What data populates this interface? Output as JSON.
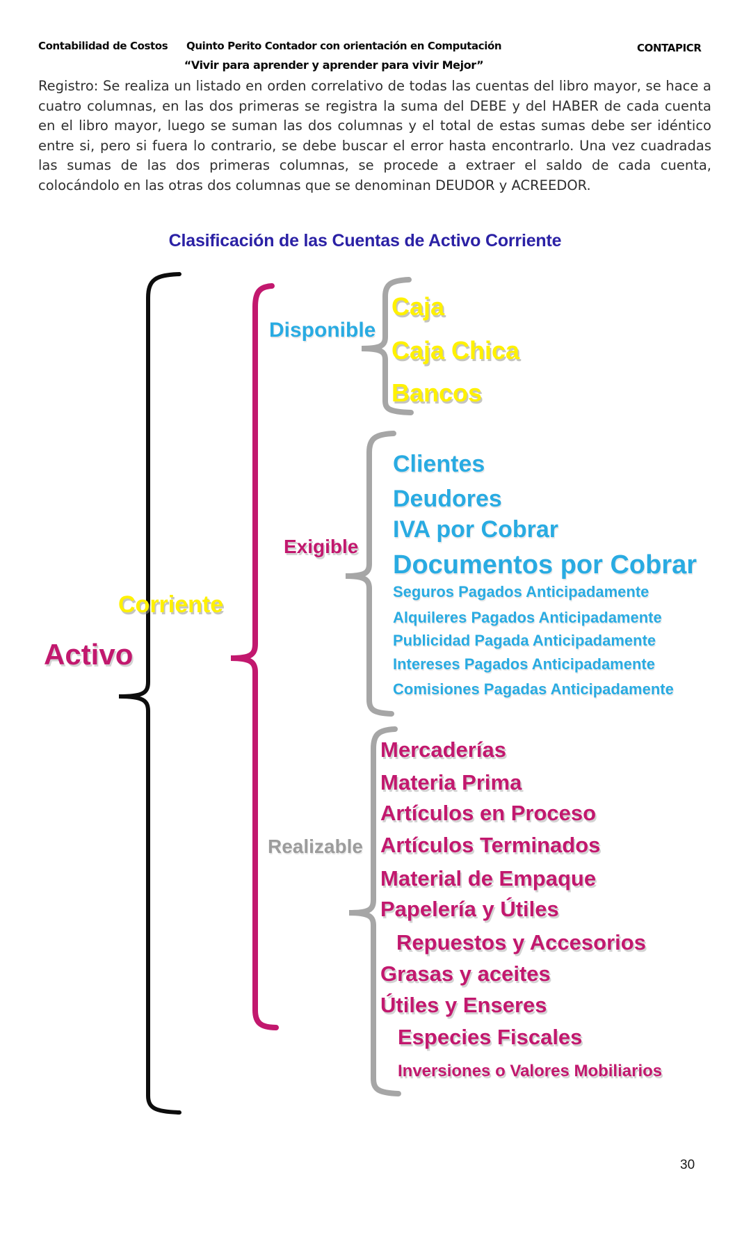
{
  "header": {
    "course": "Contabilidad de Costos",
    "program": "Quinto Perito Contador con orientación en Computación",
    "brand": "CONTAPICR",
    "motto": "“Vivir para aprender y aprender para vivir Mejor”"
  },
  "paragraph": "Registro: Se realiza un listado en orden correlativo de todas las cuentas del libro mayor, se hace a cuatro columnas, en las dos primeras se registra la suma del DEBE y del HABER de cada cuenta en el libro mayor, luego se suman las dos columnas y el total de estas sumas debe ser idéntico entre si, pero si fuera lo contrario, se debe buscar el error hasta encontrarlo. Una vez cuadradas las sumas de las dos primeras columnas, se procede a extraer el saldo de cada cuenta, colocándolo en las otras dos columnas que se denominan DEUDOR y ACREEDOR.",
  "diagram": {
    "title": "Clasificación de las Cuentas de Activo Corriente",
    "root_label": "Activo",
    "level1_label": "Corriente",
    "disponible": {
      "label": "Disponible",
      "items": [
        "Caja",
        "Caja Chica",
        "Bancos"
      ]
    },
    "exigible": {
      "label": "Exigible",
      "items": [
        "Clientes",
        "Deudores",
        "IVA por Cobrar",
        "Documentos por Cobrar"
      ],
      "small_items": [
        "Seguros Pagados Anticipadamente",
        "Alquileres Pagados Anticipadamente",
        "Publicidad Pagada Anticipadamente",
        "Intereses Pagados Anticipadamente",
        "Comisiones Pagadas Anticipadamente"
      ]
    },
    "realizable": {
      "label": "Realizable",
      "items": [
        "Mercaderías",
        "Materia Prima",
        "Artículos en Proceso",
        "Artículos Terminados",
        "Material de Empaque",
        "Papelería y Útiles",
        "Repuestos y Accesorios",
        "Grasas y aceites",
        "Útiles y Enseres",
        "Especies Fiscales"
      ],
      "small_items": [
        "Inversiones o Valores Mobiliarios"
      ]
    }
  },
  "colors": {
    "title_blue": "#2b21a5",
    "cyan": "#29abe2",
    "magenta": "#c2186e",
    "yellow": "#fff100",
    "gray": "#9c9c9c",
    "black": "#0a0a0a"
  },
  "page_number": "30"
}
